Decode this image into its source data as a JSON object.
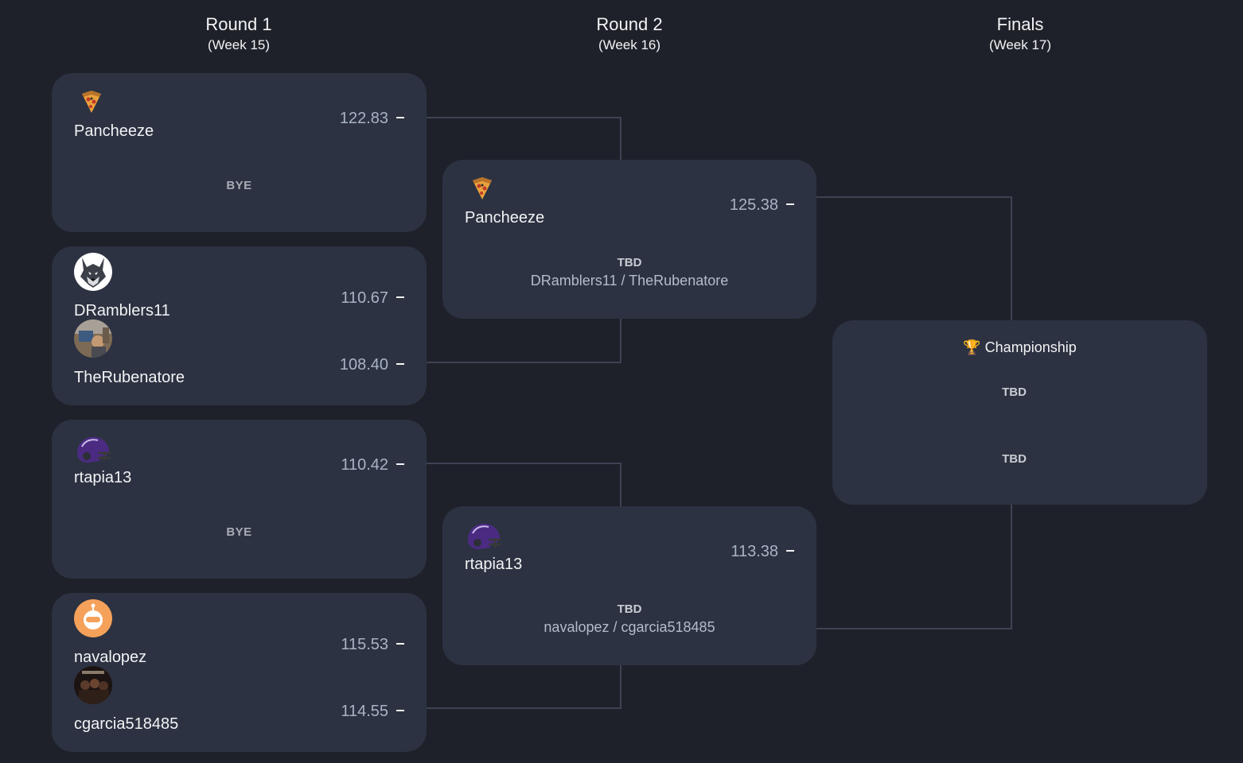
{
  "rounds": [
    {
      "title": "Round 1",
      "week": "(Week 15)"
    },
    {
      "title": "Round 2",
      "week": "(Week 16)"
    },
    {
      "title": "Finals",
      "week": "(Week 17)"
    }
  ],
  "round1": [
    {
      "team1": {
        "name": "Pancheeze",
        "score": "122.83",
        "avatar": "pizza-avatar"
      },
      "team2_label": "BYE"
    },
    {
      "team1": {
        "name": "DRamblers11",
        "score": "110.67",
        "avatar": "wolf-avatar"
      },
      "team2": {
        "name": "TheRubenatore",
        "score": "108.40",
        "avatar": "photo-avatar"
      }
    },
    {
      "team1": {
        "name": "rtapia13",
        "score": "110.42",
        "avatar": "helmet-avatar"
      },
      "team2_label": "BYE"
    },
    {
      "team1": {
        "name": "navalopez",
        "score": "115.53",
        "avatar": "robot-avatar"
      },
      "team2": {
        "name": "cgarcia518485",
        "score": "114.55",
        "avatar": "dark-photo-avatar"
      }
    }
  ],
  "round2": [
    {
      "team1": {
        "name": "Pancheeze",
        "score": "125.38",
        "avatar": "pizza-avatar"
      },
      "tbd": "TBD",
      "pending": "DRamblers11 / TheRubenatore"
    },
    {
      "team1": {
        "name": "rtapia13",
        "score": "113.38",
        "avatar": "helmet-avatar"
      },
      "tbd": "TBD",
      "pending": "navalopez / cgarcia518485"
    }
  ],
  "finals": {
    "trophy": "🏆",
    "title": "Championship",
    "slot1": "TBD",
    "slot2": "TBD"
  },
  "colors": {
    "background": "#1f212a",
    "card": "#2c3241",
    "connector": "#3d4352",
    "score": "#a9b3c7"
  }
}
